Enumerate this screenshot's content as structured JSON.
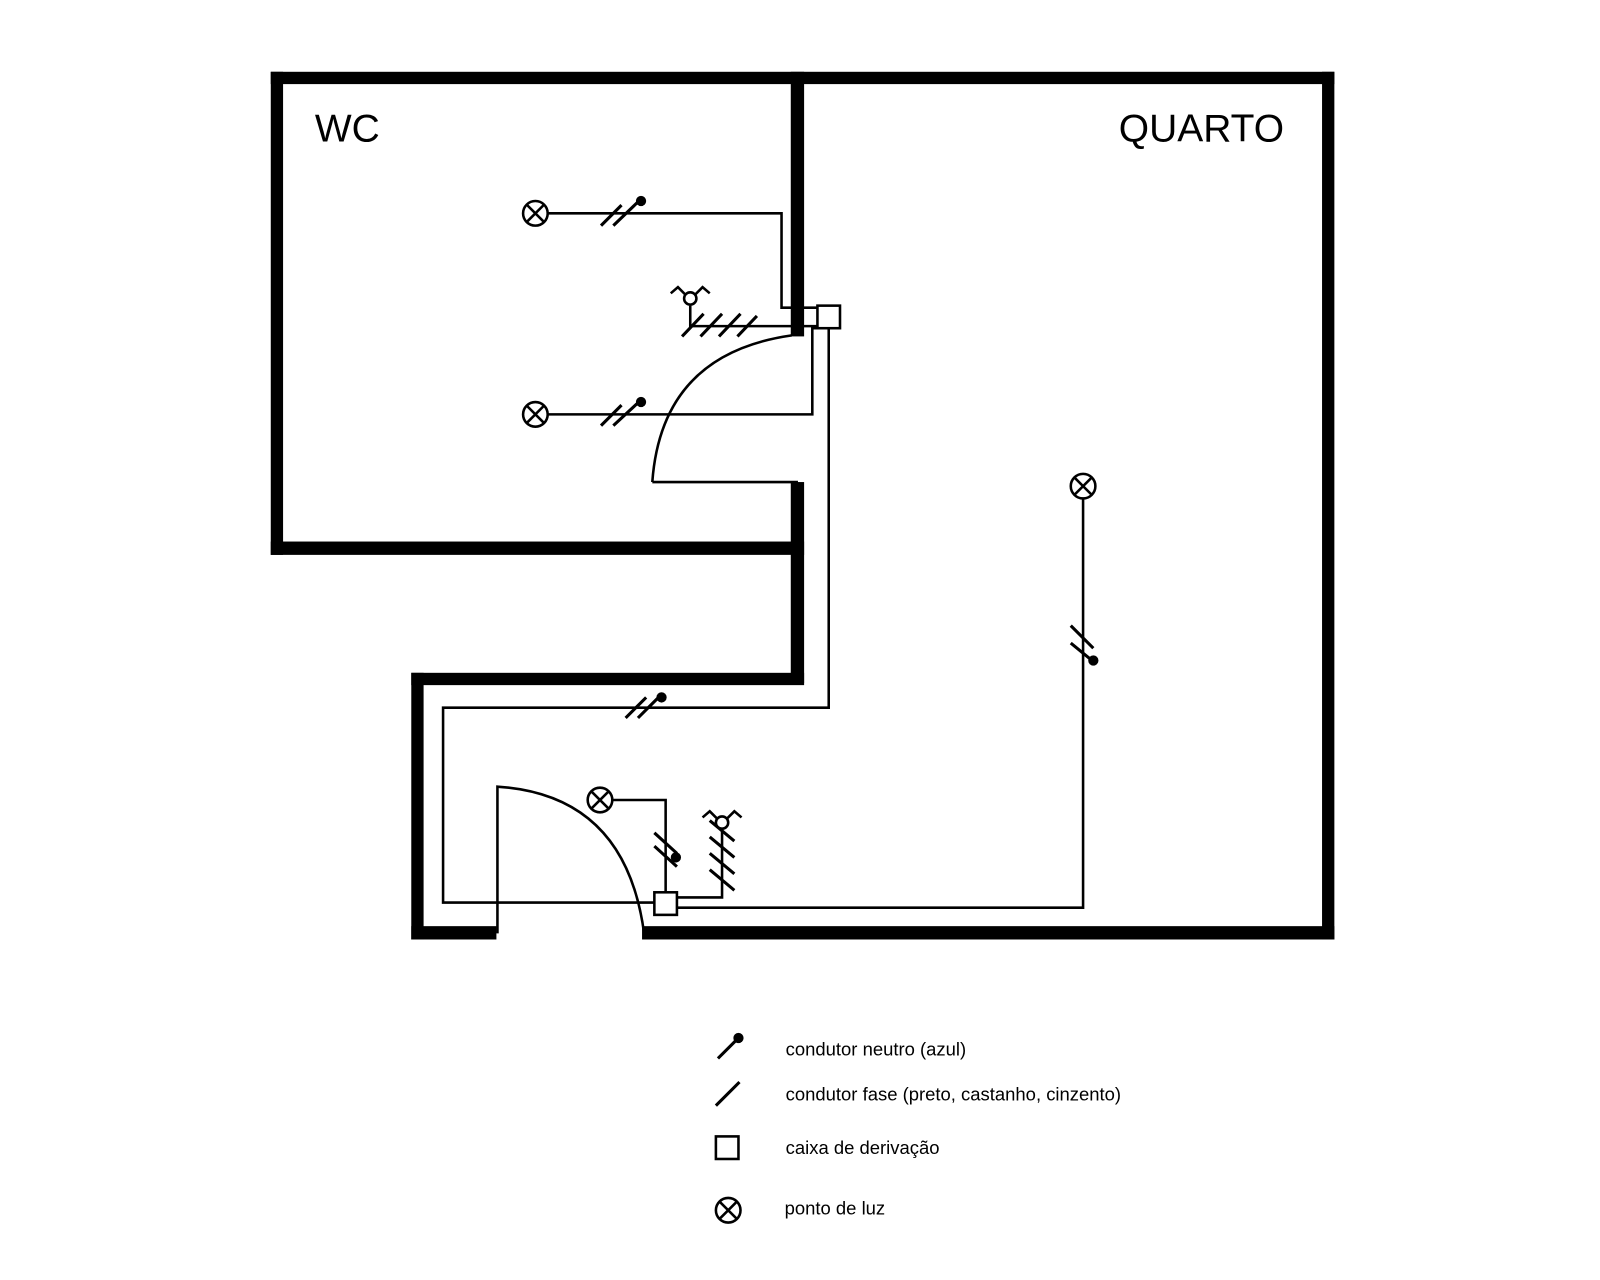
{
  "rooms": {
    "wc": "WC",
    "quarto": "QUARTO"
  },
  "legend": [
    {
      "symbol": "neutral-conductor",
      "label": "condutor neutro (azul)"
    },
    {
      "symbol": "phase-conductor",
      "label": "condutor fase (preto, castanho, cinzento)"
    },
    {
      "symbol": "junction-box",
      "label": "caixa de derivação"
    },
    {
      "symbol": "light-point",
      "label": "ponto de luz"
    }
  ]
}
